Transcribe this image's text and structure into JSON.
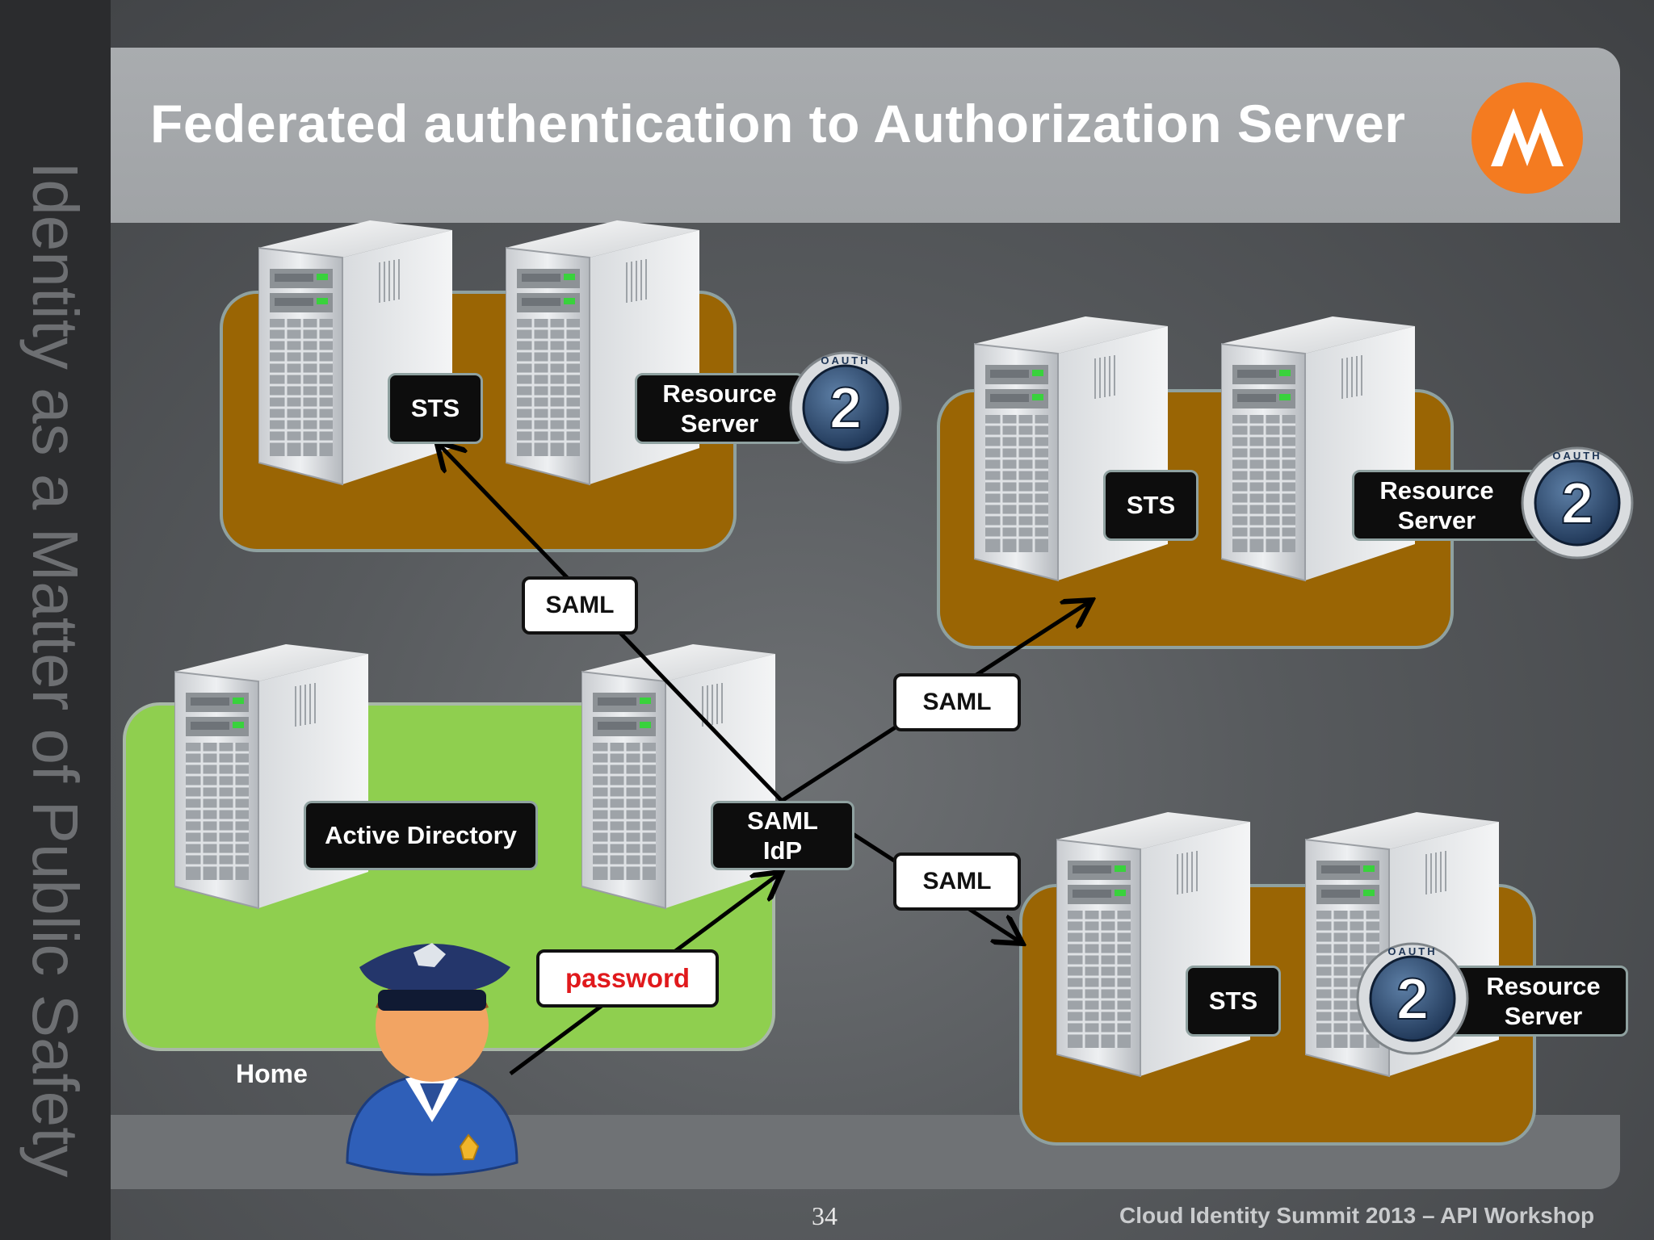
{
  "slide": {
    "title": "Federated authentication to Authorization Server",
    "sidebar_text": "Identity as a Matter of Public Safety",
    "page_number": "34",
    "footer": "Cloud Identity Summit 2013 – API Workshop",
    "logo_icon": "motorola-batwing-icon",
    "colors": {
      "accent": "#f47b20",
      "zone_brown": "#9a6504",
      "zone_green": "#8fcf4f",
      "password_text": "#e0191c"
    }
  },
  "diagram": {
    "home_zone": {
      "label": "Home",
      "active_directory": "Active Directory",
      "idp": "SAML\nIdP",
      "password": "password"
    },
    "zone_top_left": {
      "sts": "STS",
      "resource_server": "Resource\nServer",
      "badge_number": "2",
      "badge_text": "OAUTH"
    },
    "zone_top_right": {
      "sts": "STS",
      "resource_server": "Resource\nServer",
      "badge_number": "2",
      "badge_text": "OAUTH"
    },
    "zone_bottom_right": {
      "sts": "STS",
      "resource_server": "Resource\nServer",
      "badge_number": "2",
      "badge_text": "OAUTH"
    },
    "flows": [
      {
        "label": "SAML"
      },
      {
        "label": "SAML"
      },
      {
        "label": "SAML"
      }
    ]
  }
}
